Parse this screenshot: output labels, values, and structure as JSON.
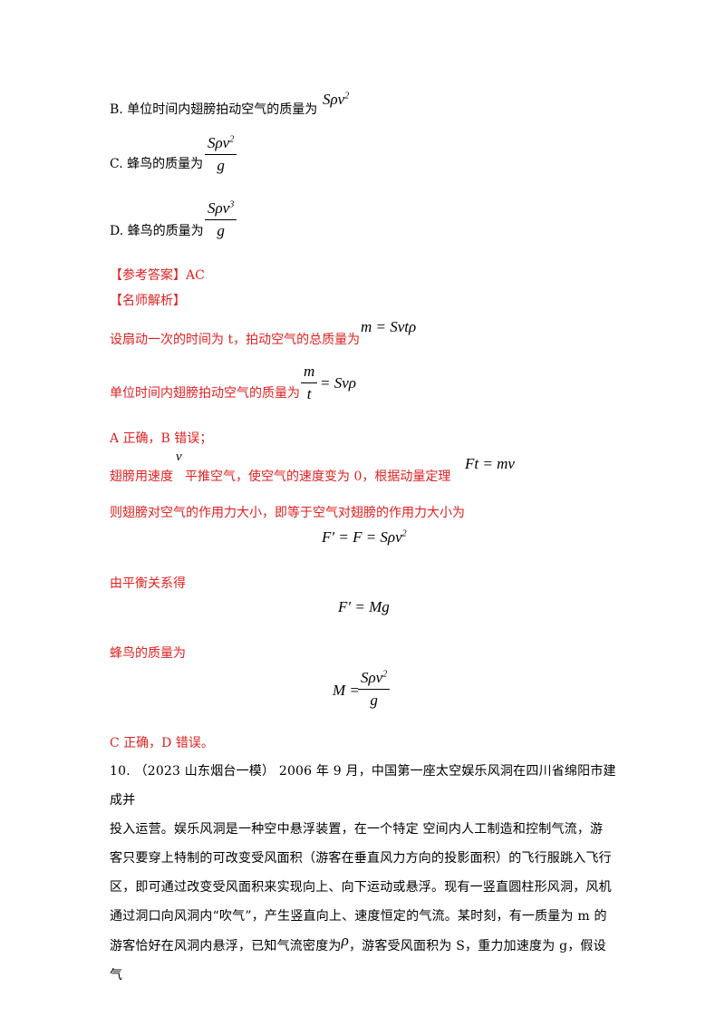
{
  "options": {
    "B": {
      "text": "B.  单位时间内翅膀拍动空气的质量为",
      "formula": "Sρv",
      "sup": "2"
    },
    "C": {
      "text": "C.  蜂鸟的质量为",
      "num": "Sρv",
      "num_sup": "2",
      "den": "g"
    },
    "D": {
      "text": "D.  蜂鸟的质量为",
      "num": "Sρv",
      "num_sup": "3",
      "den": "g"
    }
  },
  "answer": {
    "label": "【参考答案】",
    "value": "AC"
  },
  "analysis": {
    "label": "【名师解析】",
    "line1": "设扇动一次的时间为 t，拍动空气的总质量为",
    "line1_formula": "m = Svtρ",
    "line2": "单位时间内翅膀拍动空气的质量为",
    "line2_num": "m",
    "line2_den": "t",
    "line2_rhs": "= Svρ",
    "line3": "A 正确，B 错误；",
    "line4_a": "翅膀用速度",
    "line4_v": "v",
    "line4_b": "平推空气，使空气的速度变为 0，根据动量定理",
    "line4_formula": "Ft = mv",
    "line5": "则翅膀对空气的作用力大小，即等于空气对翅膀的作用力大小为",
    "eq1": "F′ = F = Sρv",
    "eq1_sup": "2",
    "line6": "由平衡关系得",
    "eq2": "F′ = Mg",
    "line7": "蜂鸟的质量为",
    "eq3_lhs": "M =",
    "eq3_num": "Sρv",
    "eq3_sup": "2",
    "eq3_den": "g",
    "line8": "C 正确，D 错误。"
  },
  "question10": {
    "line1": "10.  （2023 山东烟台一模）  2006 年 9 月，中国第一座太空娱乐风洞在四川省绵阳市建成并",
    "line2": "投入运营。娱乐风洞是一种空中悬浮装置，在一个特定   空间内人工制造和控制气流，游",
    "line3": "客只要穿上特制的可改变受风面积（游客在垂直风力方向的投影面积）的飞行服跳入飞行",
    "line4": "区，即可通过改变受风面积来实现向上、向下运动或悬浮。现有一竖直圆柱形风洞，风机",
    "line5": "通过洞口向风洞内“吹气”，产生竖直向上、速度恒定的气流。某时刻，有一质量为 m 的",
    "line6a": "游客恰好在风洞内悬浮，已知气流密度为",
    "line6rho": "ρ",
    "line6b": "，游客受风面积为 S，重力加速度为 g，假设气"
  },
  "colors": {
    "accent_red": "#e02020",
    "text": "#000000"
  }
}
